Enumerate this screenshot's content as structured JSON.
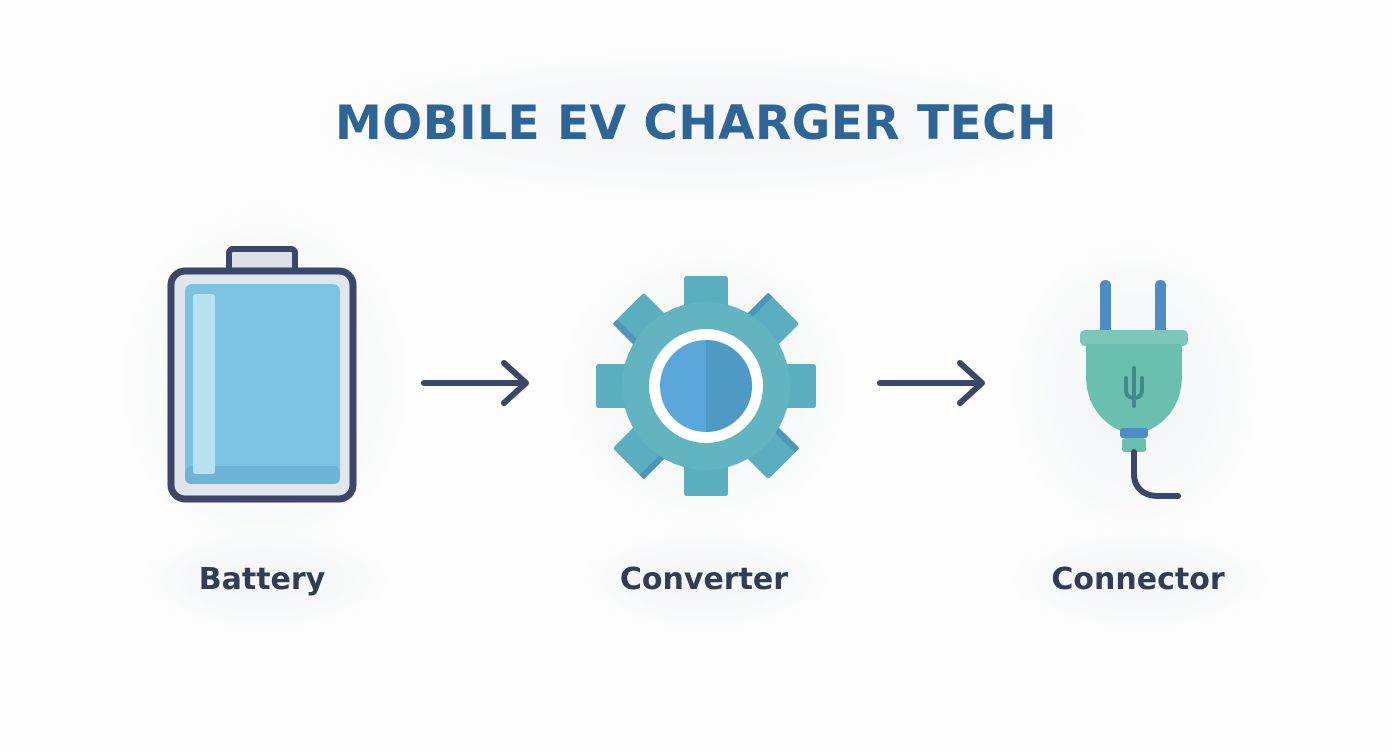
{
  "title": "MOBILE EV CHARGER TECH",
  "steps": [
    {
      "label": "Battery",
      "icon": "battery-icon"
    },
    {
      "label": "Converter",
      "icon": "gear-icon"
    },
    {
      "label": "Connector",
      "icon": "plug-icon"
    }
  ],
  "connectors": [
    "arrow-right-icon",
    "arrow-right-icon"
  ],
  "colors": {
    "title": "#2f6596",
    "label": "#323c54",
    "outline": "#3c4668",
    "battery_fill": "#7cc3e3",
    "gear": "#62b4c0",
    "plug": "#6bbfae",
    "prongs": "#4d8cc4"
  }
}
